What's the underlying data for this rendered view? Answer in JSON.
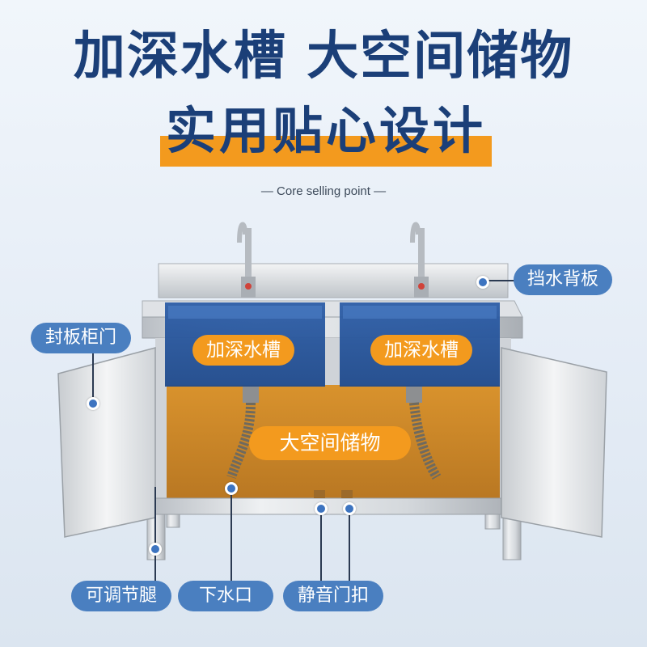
{
  "headline": {
    "line1": "加深水槽 大空间储物",
    "line2": "实用贴心设计"
  },
  "subtitle": "— Core selling point —",
  "callouts": {
    "backsplash": "挡水背板",
    "door": "封板柜门",
    "deep_sink_left": "加深水槽",
    "deep_sink_right": "加深水槽",
    "storage": "大空间储物",
    "leg": "可调节腿",
    "drain": "下水口",
    "latch": "静音门扣"
  },
  "colors": {
    "headline": "#1b3f78",
    "accent_orange": "#f39a1e",
    "label_blue": "#4a7fc0",
    "sink_overlay": "#1f4e96"
  },
  "icons": [
    "faucet-icon",
    "callout-dot-icon"
  ]
}
